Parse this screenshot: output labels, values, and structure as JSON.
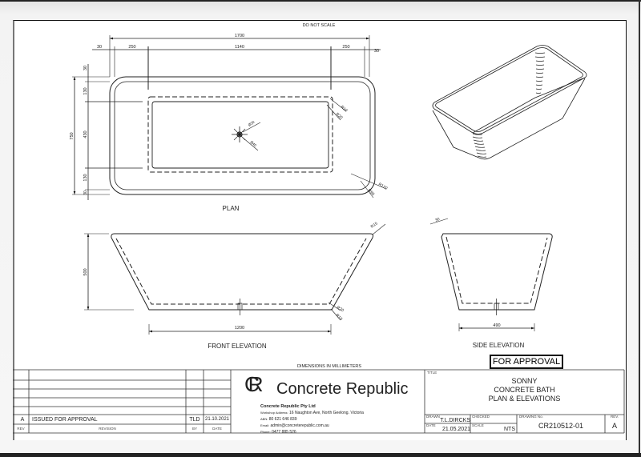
{
  "header": {
    "note": "DO NOT SCALE"
  },
  "plan": {
    "label": "PLAN",
    "dims": {
      "overall_length": "1700",
      "left_rim": "30",
      "left_ledge": "250",
      "inner_length": "1140",
      "right_ledge": "250",
      "right_rim": "30",
      "overall_width": "750",
      "top_rim": "30",
      "top_ledge": "130",
      "inner_width": "430",
      "bottom_ledge": "130",
      "bottom_rim": "30"
    },
    "radii": {
      "r_inner_1": "R10",
      "r_inner_2": "R20",
      "r_outer_1": "R120",
      "r_outer_2": "R90"
    },
    "waste": {
      "d1": "Ø30",
      "d2": "Ø40"
    }
  },
  "front_elevation": {
    "label": "FRONT ELEVATION",
    "height": "500",
    "base_length": "1200",
    "radii": {
      "top": "R15",
      "base_1": "R20",
      "base_2": "R10"
    }
  },
  "side_elevation": {
    "label": "SIDE ELEVATION",
    "wall": "30",
    "base_width": "490"
  },
  "units_note": "DIMENSIONS IN MILLIMETERS",
  "status_stamp": "FOR APPROVAL",
  "revisions": {
    "headers": {
      "rev": "REV",
      "revision": "REVISION",
      "by": "BY",
      "date": "DATE"
    },
    "rows": [
      {
        "rev": "",
        "revision": "",
        "by": "",
        "date": ""
      },
      {
        "rev": "",
        "revision": "",
        "by": "",
        "date": ""
      },
      {
        "rev": "",
        "revision": "",
        "by": "",
        "date": ""
      },
      {
        "rev": "",
        "revision": "",
        "by": "",
        "date": ""
      },
      {
        "rev": "",
        "revision": "",
        "by": "",
        "date": ""
      },
      {
        "rev": "A",
        "revision": "ISSUED FOR APPROVAL",
        "by": "TLD",
        "date": "21.10.2021"
      }
    ]
  },
  "company": {
    "logo_mark": "CR",
    "logo_text": "Concrete Republic",
    "name": "Concrete Republic Pty Ltd",
    "address_label": "Workshop Address:",
    "address": "16 Naughton Ave, North Geelong. Victoria",
    "abn_label": "ABN:",
    "abn": "80 621 646 839",
    "email_label": "Email:",
    "email": "admin@concreterepublic.com.au",
    "phone_label": "Phone:",
    "phone": "0477 885 526"
  },
  "title_block": {
    "title_label": "TITLE",
    "title_line1": "SONNY",
    "title_line2": "CONCRETE BATH",
    "title_line3": "PLAN & ELEVATIONS",
    "drawn_label": "DRAWN",
    "drawn": "T.L.DIRCKS",
    "checked_label": "CHECKED",
    "checked": "",
    "date_label": "DATE",
    "date": "21.05.2021",
    "scale_label": "SCALE",
    "scale": "NTS",
    "drawing_no_label": "DRAWING No.",
    "drawing_no": "CR210512-01",
    "rev_label": "REV.",
    "rev": "A"
  }
}
